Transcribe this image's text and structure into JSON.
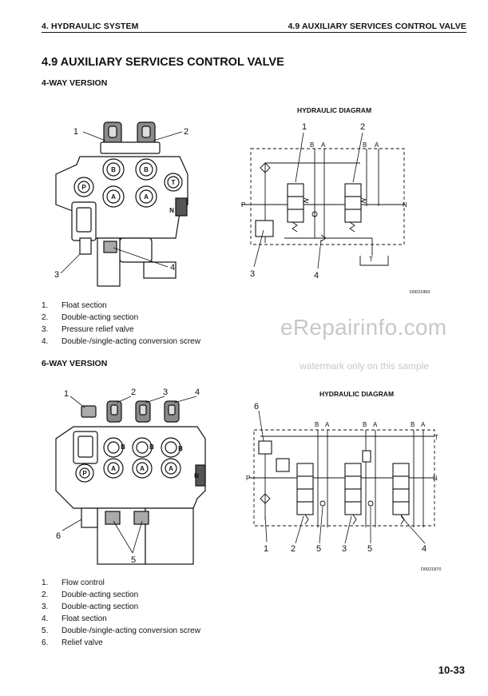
{
  "header": {
    "left": "4. HYDRAULIC SYSTEM",
    "right": "4.9 AUXILIARY SERVICES CONTROL VALVE"
  },
  "title": "4.9 AUXILIARY SERVICES CONTROL VALVE",
  "four_way": {
    "subtitle": "4-WAY VERSION",
    "diagram_title": "HYDRAULIC DIAGRAM",
    "code": "D0021860",
    "valve_callouts": [
      "1",
      "2",
      "3",
      "4"
    ],
    "valve_port_labels": [
      "B",
      "B",
      "P",
      "T",
      "A",
      "A",
      "N"
    ],
    "diagram_callouts": [
      "1",
      "2",
      "3",
      "4"
    ],
    "diagram_port_labels": [
      "B",
      "A",
      "B",
      "A",
      "P",
      "N",
      "T"
    ],
    "items": [
      {
        "num": "1.",
        "text": "Float section"
      },
      {
        "num": "2.",
        "text": "Double-acting section"
      },
      {
        "num": "3.",
        "text": "Pressure relief valve"
      },
      {
        "num": "4.",
        "text": "Double-/single-acting conversion screw"
      }
    ]
  },
  "six_way": {
    "subtitle": "6-WAY VERSION",
    "diagram_title": "HYDRAULIC DIAGRAM",
    "code": "D0021870",
    "valve_callouts": [
      "1",
      "2",
      "3",
      "4",
      "6",
      "5"
    ],
    "valve_port_labels": [
      "B",
      "B",
      "B",
      "P",
      "A",
      "A",
      "A",
      "N"
    ],
    "diagram_callouts": [
      "6",
      "1",
      "2",
      "5",
      "3",
      "5",
      "4"
    ],
    "diagram_port_labels": [
      "B",
      "A",
      "B",
      "A",
      "B",
      "A",
      "T",
      "P",
      "N"
    ],
    "items": [
      {
        "num": "1.",
        "text": "Flow control"
      },
      {
        "num": "2.",
        "text": "Double-acting section"
      },
      {
        "num": "3.",
        "text": "Double-acting section"
      },
      {
        "num": "4.",
        "text": "Float section"
      },
      {
        "num": "5.",
        "text": "Double-/single-acting conversion screw"
      },
      {
        "num": "6.",
        "text": "Relief valve"
      }
    ]
  },
  "page_number": "10-33",
  "watermark": {
    "main": "eRepairinfo.com",
    "note": "watermark only on this sample"
  }
}
